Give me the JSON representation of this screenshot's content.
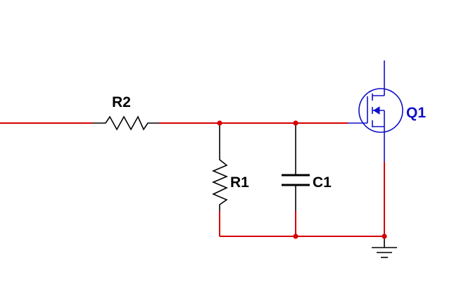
{
  "schematic": {
    "components": {
      "r2": {
        "label": "R2",
        "type": "resistor"
      },
      "r1": {
        "label": "R1",
        "type": "resistor"
      },
      "c1": {
        "label": "C1",
        "type": "capacitor"
      },
      "q1": {
        "label": "Q1",
        "type": "mosfet"
      },
      "gnd": {
        "type": "ground"
      }
    },
    "colors": {
      "wire": "#d40000",
      "component": "#000000",
      "transistor": "#1010c8"
    }
  }
}
